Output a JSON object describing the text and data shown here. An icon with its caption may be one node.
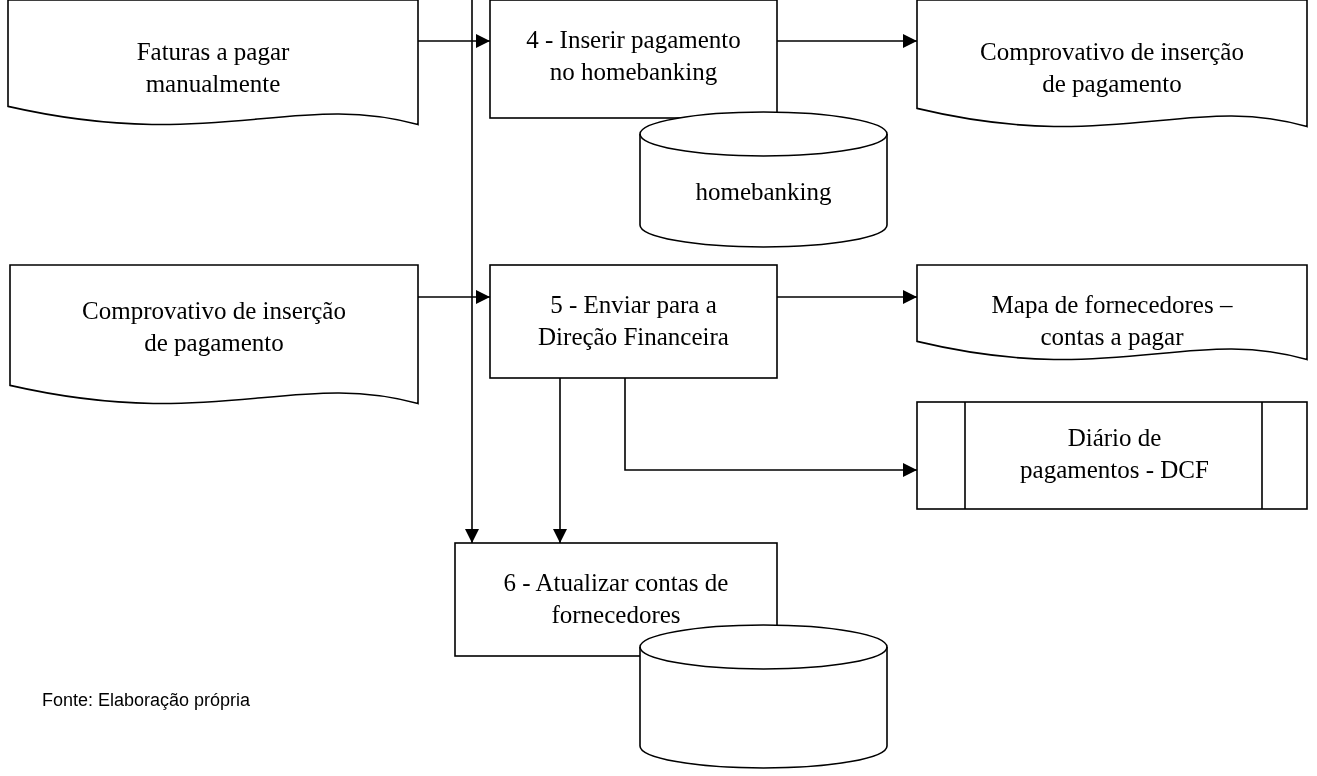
{
  "diagram": {
    "nodes": [
      {
        "text": [
          "Faturas a pagar manualmente"
        ]
      },
      {
        "text": [
          "4 - Inserir pagamento no homebanking"
        ]
      },
      {
        "text": [
          "Comprovativo de inserção de pagamento"
        ]
      },
      {
        "text": [
          "homebanking"
        ]
      },
      {
        "text": [
          "Comprovativo de inserção de pagamento"
        ]
      },
      {
        "text": [
          "5 - Enviar para a Direção Financeira"
        ]
      },
      {
        "text": [
          "Mapa de fornecedores – contas a pagar"
        ]
      },
      {
        "text": [
          "Diário de pagamentos - DCF"
        ]
      },
      {
        "text": [
          "6 - Atualizar contas de fornecedores"
        ]
      },
      {
        "text": [],
        "shape": "cylinder"
      }
    ],
    "edges": [
      {
        "from": 0,
        "to": 1,
        "arrow": "to"
      },
      {
        "from": 1,
        "to": 2,
        "arrow": "to"
      },
      {
        "from": 4,
        "to": 5,
        "arrow": "to"
      },
      {
        "from": 5,
        "to": 6,
        "arrow": "to"
      },
      {
        "from": 5,
        "to": 7,
        "arrow": "to"
      },
      {
        "from": 5,
        "to": 8,
        "arrow": "to"
      },
      {
        "from": null,
        "to": 8,
        "arrow": "to"
      }
    ],
    "labels": [
      "Fonte: Elaboração própria"
    ]
  }
}
